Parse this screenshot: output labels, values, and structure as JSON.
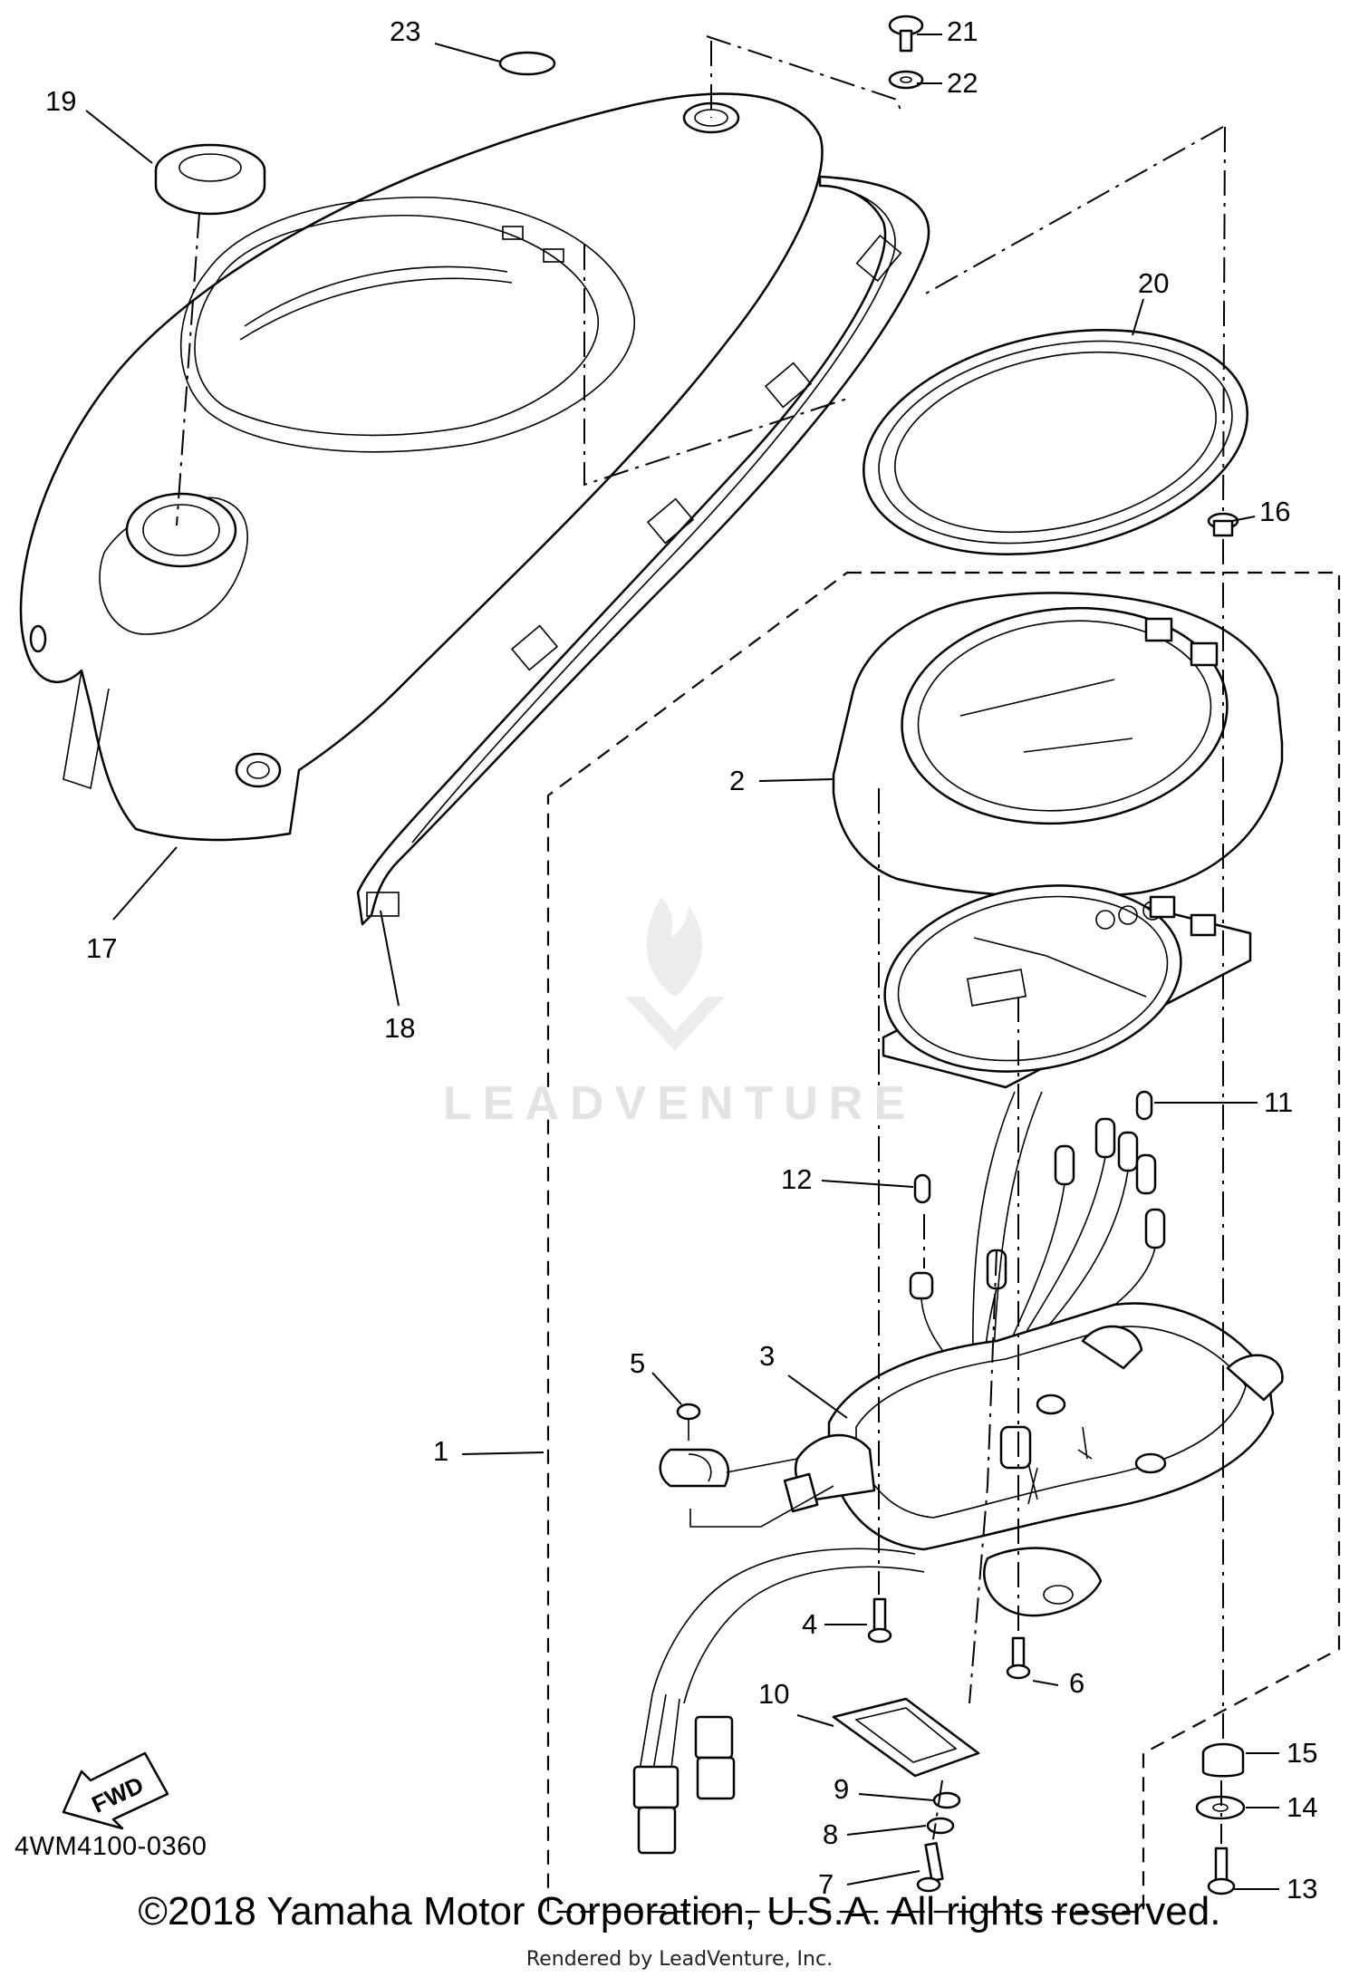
{
  "diagram": {
    "code": "4WM4100-0360",
    "copyright": "©2018 Yamaha Motor Corporation, U.S.A. All rights reserved.",
    "rendered_by": "Rendered by LeadVenture, Inc.",
    "watermark": "LEADVENTURE",
    "direction_label": "FWD",
    "callouts": {
      "c1": "1",
      "c2": "2",
      "c3": "3",
      "c4": "4",
      "c5": "5",
      "c6": "6",
      "c7": "7",
      "c8": "8",
      "c9": "9",
      "c10": "10",
      "c11": "11",
      "c12": "12",
      "c13": "13",
      "c14": "14",
      "c15": "15",
      "c16": "16",
      "c17": "17",
      "c18": "18",
      "c19": "19",
      "c20": "20",
      "c21": "21",
      "c22": "22",
      "c23": "23"
    }
  }
}
